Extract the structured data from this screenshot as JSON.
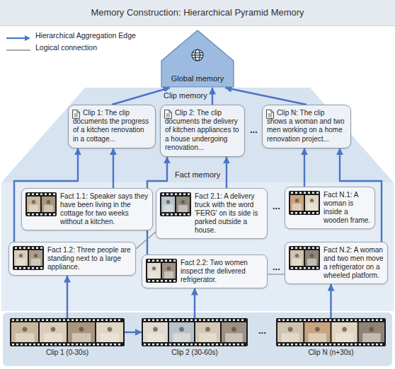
{
  "diagram": {
    "title": "Memory Construction: Hierarchical Pyramid Memory",
    "nodes": [
      {
        "text": [
          "Global memory"
        ]
      },
      {
        "text": [
          "Clip 1: The clip documents the progress of a kitchen renovation in a cottage..."
        ]
      },
      {
        "text": [
          "Clip 2: The clip documents the delivery of kitchen appliances to a house undergoing renovation..."
        ]
      },
      {
        "text": [
          "Clip N: The clip shows a woman and two men working on a home renovation project..."
        ]
      },
      {
        "text": [
          "Fact 1.1: Speaker says they have been living in the cottage for two weeks without a kitchen."
        ]
      },
      {
        "text": [
          "Fact 2.1: A delivery truck with the word 'FERG' on its side is parked outside a house."
        ]
      },
      {
        "text": [
          "Fact N.1: A woman is inside a wooden frame."
        ]
      },
      {
        "text": [
          "Fact 1.2: Three people are standing next to a large appliance."
        ]
      },
      {
        "text": [
          "Fact 2.2: Two women inspect the delivered refrigerator."
        ]
      },
      {
        "text": [
          "Fact N.2: A woman and two men move a refrigerator on a wheeled platform."
        ]
      },
      {
        "text": [
          "Clip 1 (0-30s)"
        ]
      },
      {
        "text": [
          "Clip 2 (30-60s)"
        ]
      },
      {
        "text": [
          "Clip N (n+30s)"
        ]
      }
    ],
    "edges": [
      {
        "from": 1,
        "to": 0,
        "arrow": "to"
      },
      {
        "from": 2,
        "to": 0,
        "arrow": "to"
      },
      {
        "from": 3,
        "to": 0,
        "arrow": "to"
      },
      {
        "from": 4,
        "to": 1,
        "arrow": "to"
      },
      {
        "from": 7,
        "to": 1,
        "arrow": "to"
      },
      {
        "from": 5,
        "to": 2,
        "arrow": "to"
      },
      {
        "from": 8,
        "to": 2,
        "arrow": "to"
      },
      {
        "from": 6,
        "to": 3,
        "arrow": "to"
      },
      {
        "from": 9,
        "to": 3,
        "arrow": "to"
      },
      {
        "from": 10,
        "to": 7,
        "arrow": "to"
      },
      {
        "from": 11,
        "to": 8,
        "arrow": "to"
      },
      {
        "from": 12,
        "to": 9,
        "arrow": "to"
      },
      {
        "from": 10,
        "to": 11,
        "arrow": "to"
      },
      {
        "from": 7,
        "to": 5,
        "arrow": "none"
      },
      {
        "from": 8,
        "to": 9,
        "arrow": "none"
      }
    ],
    "labels": [
      "Clip memory",
      "Fact memory",
      "...",
      "...",
      "...",
      "..."
    ],
    "legend": [
      {
        "text": "Hierarchical Aggregation Edge"
      },
      {
        "text": "Logical connection"
      }
    ]
  }
}
